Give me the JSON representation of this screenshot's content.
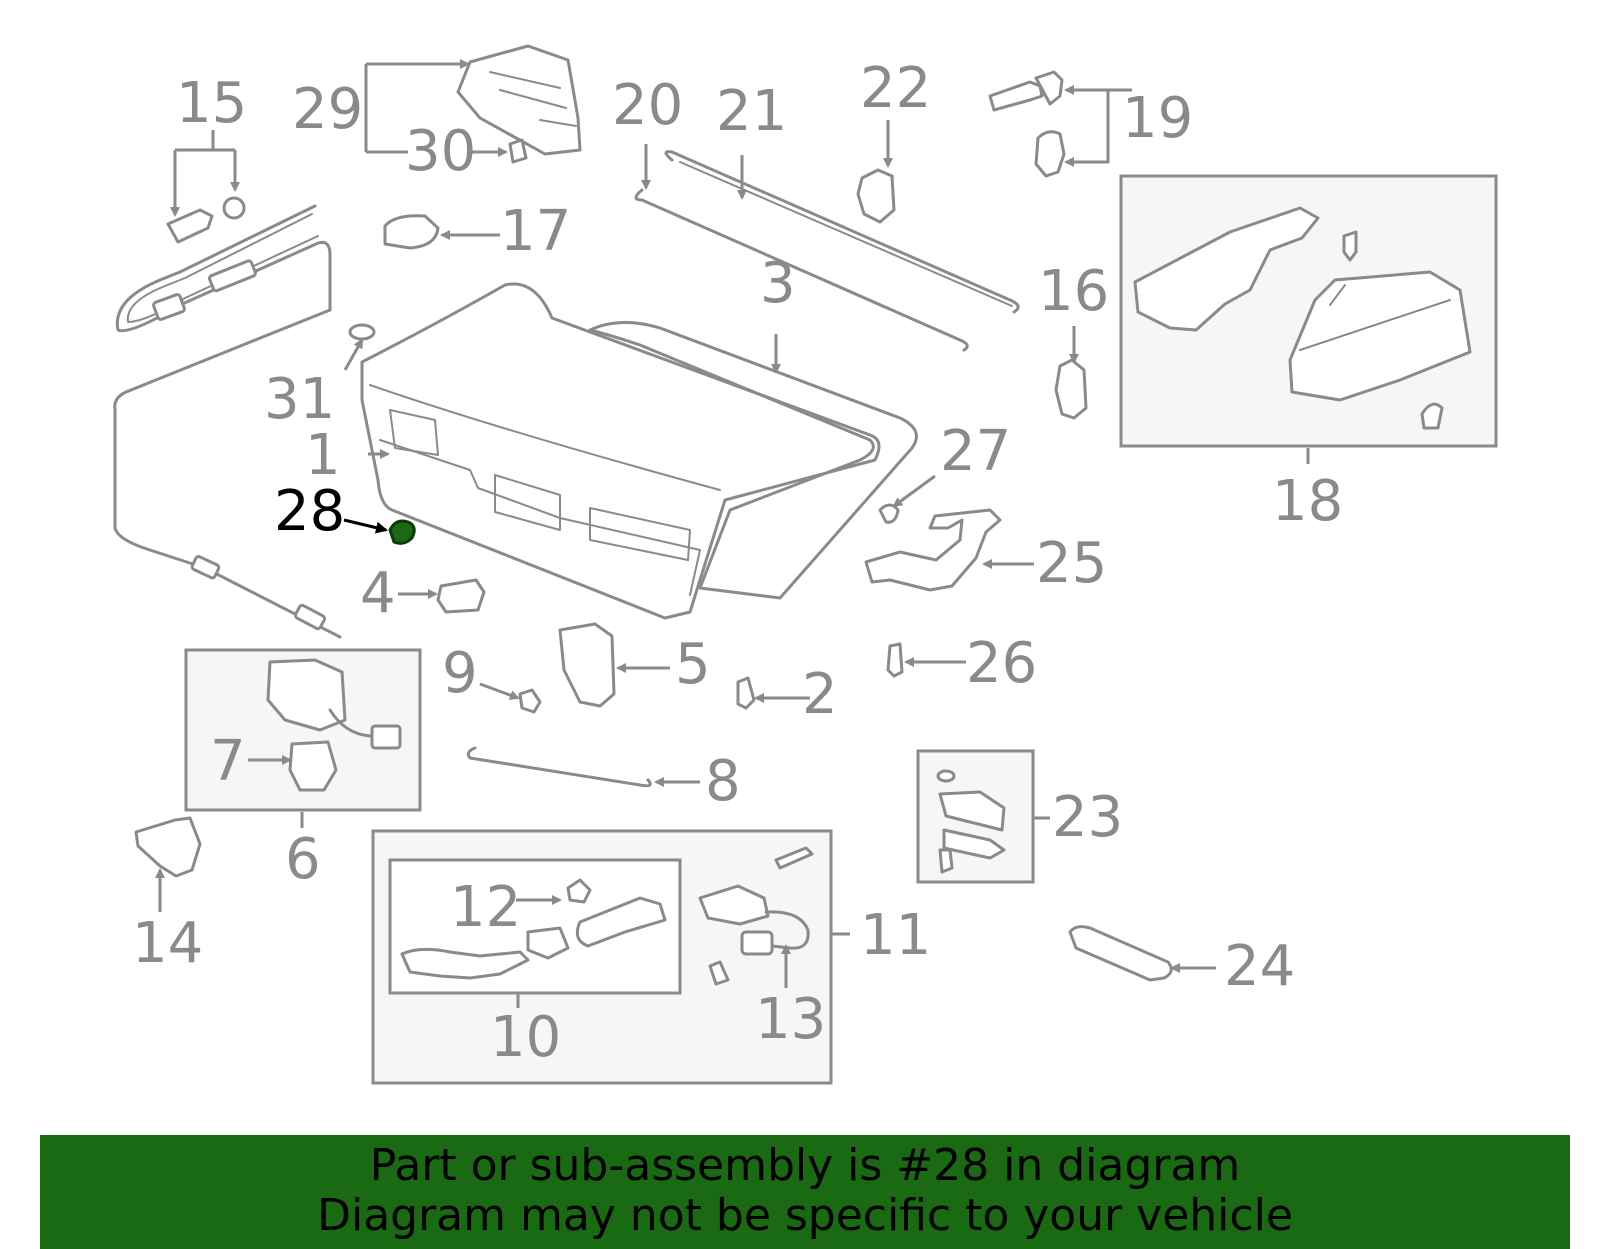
{
  "diagram": {
    "highlight_color": "#196a12",
    "highlighted_part": "28",
    "callouts": {
      "c1": "1",
      "c2": "2",
      "c3": "3",
      "c4": "4",
      "c5": "5",
      "c6": "6",
      "c7": "7",
      "c8": "8",
      "c9": "9",
      "c10": "10",
      "c11": "11",
      "c12": "12",
      "c13": "13",
      "c14": "14",
      "c15": "15",
      "c16": "16",
      "c17": "17",
      "c18": "18",
      "c19": "19",
      "c20": "20",
      "c21": "21",
      "c22": "22",
      "c23": "23",
      "c24": "24",
      "c25": "25",
      "c26": "26",
      "c27": "27",
      "c28": "28",
      "c29": "29",
      "c30": "30",
      "c31": "31"
    }
  },
  "banner": {
    "line1": "Part or sub-assembly is #28 in diagram",
    "line2": "Diagram may not be specific to your vehicle",
    "background": "#196a12"
  }
}
